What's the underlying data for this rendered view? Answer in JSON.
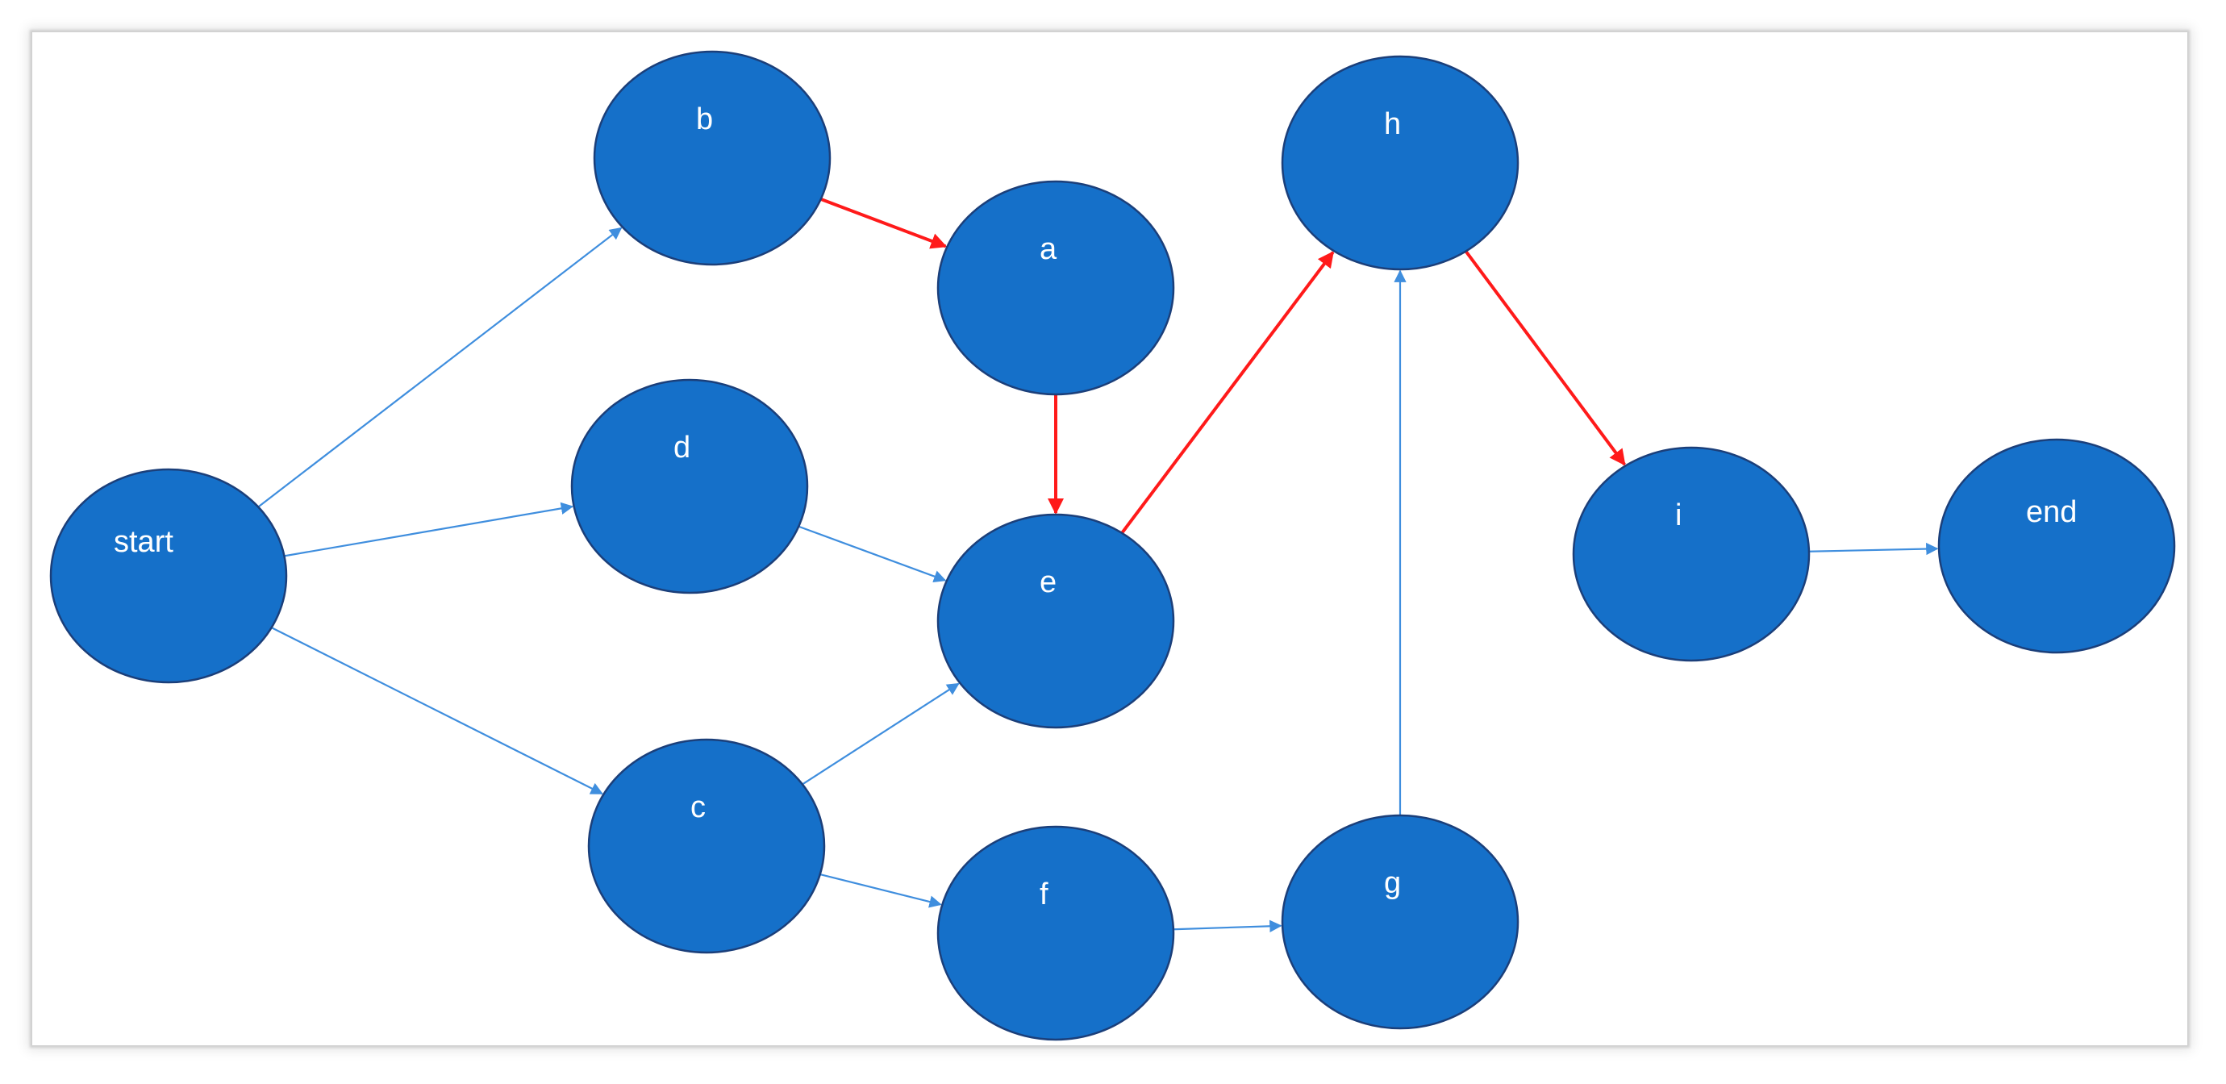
{
  "colors": {
    "node_fill": "#1570c9",
    "node_stroke": "#1b3f7a",
    "edge_normal": "#3f8ede",
    "edge_highlight": "#ff1a1a"
  },
  "nodes": [
    {
      "id": "start",
      "label": "start"
    },
    {
      "id": "b",
      "label": "b"
    },
    {
      "id": "a",
      "label": "a"
    },
    {
      "id": "d",
      "label": "d"
    },
    {
      "id": "e",
      "label": "e"
    },
    {
      "id": "c",
      "label": "c"
    },
    {
      "id": "f",
      "label": "f"
    },
    {
      "id": "g",
      "label": "g"
    },
    {
      "id": "h",
      "label": "h"
    },
    {
      "id": "i",
      "label": "i"
    },
    {
      "id": "end",
      "label": "end"
    }
  ],
  "edges": [
    {
      "from": "start",
      "to": "b",
      "highlight": false
    },
    {
      "from": "start",
      "to": "d",
      "highlight": false
    },
    {
      "from": "start",
      "to": "c",
      "highlight": false
    },
    {
      "from": "b",
      "to": "a",
      "highlight": true
    },
    {
      "from": "a",
      "to": "e",
      "highlight": true
    },
    {
      "from": "d",
      "to": "e",
      "highlight": false
    },
    {
      "from": "c",
      "to": "e",
      "highlight": false
    },
    {
      "from": "c",
      "to": "f",
      "highlight": false
    },
    {
      "from": "f",
      "to": "g",
      "highlight": false
    },
    {
      "from": "g",
      "to": "h",
      "highlight": false
    },
    {
      "from": "e",
      "to": "h",
      "highlight": true
    },
    {
      "from": "h",
      "to": "i",
      "highlight": true
    },
    {
      "from": "i",
      "to": "end",
      "highlight": false
    }
  ]
}
